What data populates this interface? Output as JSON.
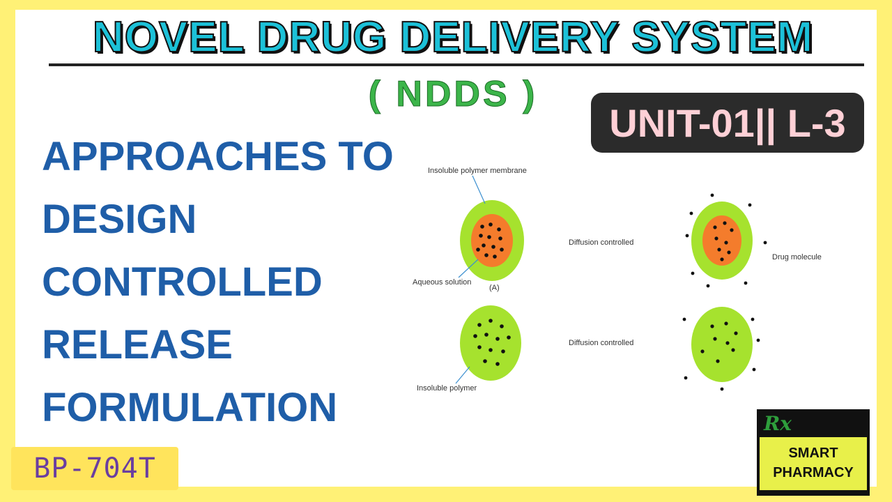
{
  "title": "NOVEL DRUG DELIVERY SYSTEM",
  "subtitle": "( NDDS )",
  "unit_badge": "UNIT-01|| L-3",
  "heading_lines": [
    "APPROACHES TO",
    "DESIGN",
    "CONTROLLED",
    "RELEASE",
    "FORMULATION"
  ],
  "diagram": {
    "label_membrane": "Insoluble polymer membrane",
    "label_aqueous": "Aqueous solution",
    "label_a": "(A)",
    "label_diffusion_top": "Diffusion controlled",
    "label_drug_molecule": "Drug molecule",
    "label_diffusion_bottom": "Diffusion controlled",
    "label_polymer": "Insoluble polymer"
  },
  "course_code": "BP-704T",
  "logo": {
    "rx": "Rx",
    "line1": "SMART",
    "line2": "PHARMACY"
  },
  "colors": {
    "title_fill": "#1cc1d8",
    "subtitle": "#3cb54a",
    "heading": "#1f5ea8",
    "frame": "#fff176",
    "polymer_green": "#a6e22e",
    "core_orange": "#f47c2c"
  }
}
